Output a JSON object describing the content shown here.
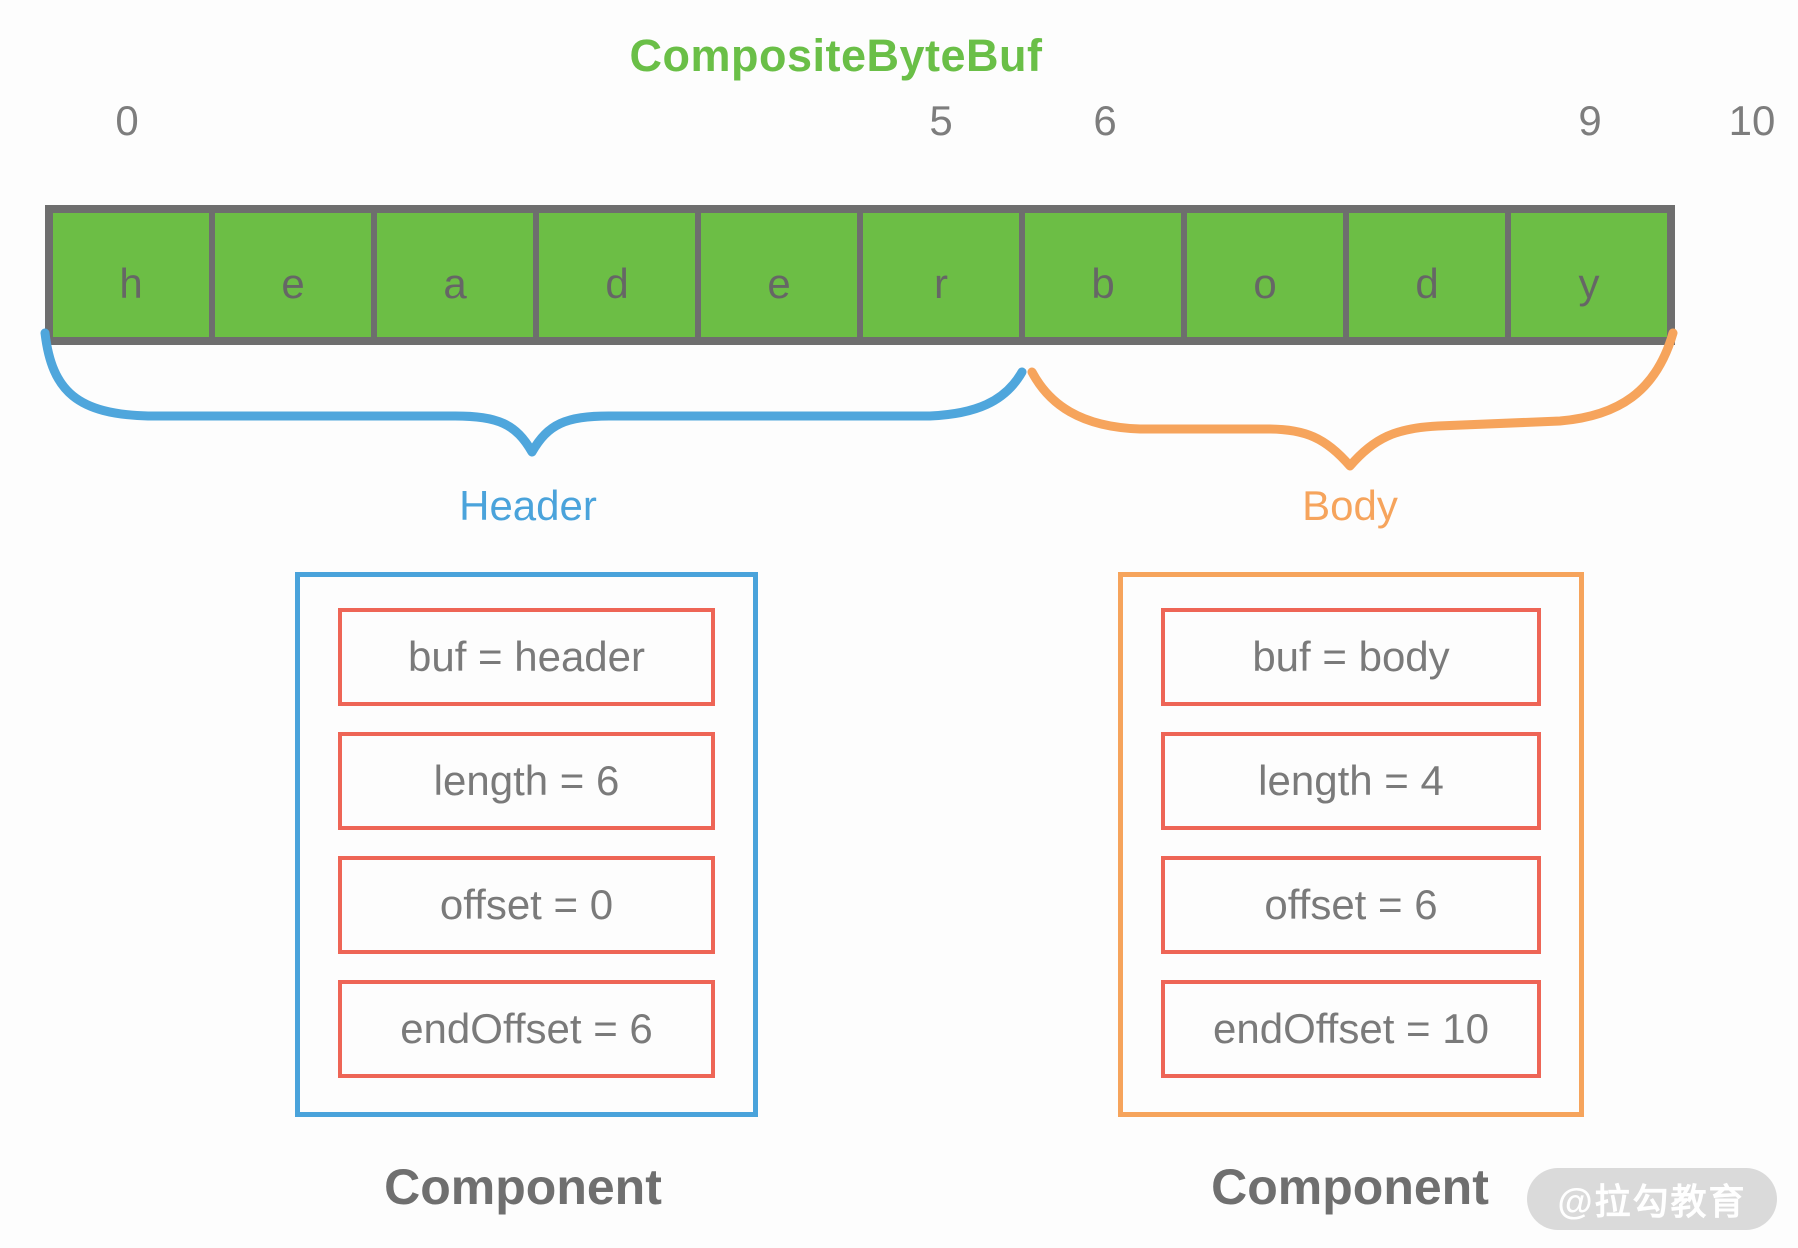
{
  "title": "CompositeByteBuf",
  "indices": [
    {
      "label": "0"
    },
    {
      "label": "5"
    },
    {
      "label": "6"
    },
    {
      "label": "9"
    },
    {
      "label": "10"
    }
  ],
  "buffer": {
    "cells": [
      "h",
      "e",
      "a",
      "d",
      "e",
      "r",
      "b",
      "o",
      "d",
      "y"
    ]
  },
  "regions": {
    "header": {
      "label": "Header",
      "color": "#4aa3db",
      "cells": 6
    },
    "body": {
      "label": "Body",
      "color": "#f6a45c",
      "cells": 4
    }
  },
  "components": {
    "header": {
      "caption": "Component",
      "rows": [
        "buf = header",
        "length = 6",
        "offset = 0",
        "endOffset = 6"
      ]
    },
    "body": {
      "caption": "Component",
      "rows": [
        "buf = body",
        "length = 4",
        "offset = 6",
        "endOffset = 10"
      ]
    }
  },
  "watermark": "@拉勾教育",
  "colors": {
    "green": "#6cbe45",
    "blue": "#4aa3db",
    "orange": "#f6a45c",
    "red": "#ee6556",
    "bar_border_gray": "#6e6e6e",
    "text_gray": "#7a7a7a"
  }
}
